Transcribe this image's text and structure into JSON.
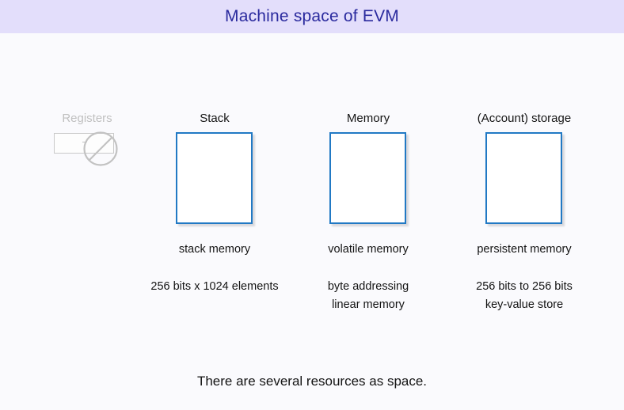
{
  "header": {
    "title": "Machine space of EVM",
    "band_color": "#e3defb",
    "title_color": "#2a2a9e"
  },
  "theme": {
    "page_background": "#fafafd",
    "box_border_color": "#2179c4",
    "box_fill_color": "#ffffff",
    "disabled_color": "#c0c0c0",
    "text_color": "#141414"
  },
  "columns": [
    {
      "id": "registers",
      "label": "Registers",
      "state": "disabled",
      "icon": "no-entry-icon",
      "has_box": false,
      "primary": "",
      "details": []
    },
    {
      "id": "stack",
      "label": "Stack",
      "state": "enabled",
      "has_box": true,
      "primary": "stack memory",
      "details": [
        "256 bits x 1024 elements"
      ]
    },
    {
      "id": "memory",
      "label": "Memory",
      "state": "enabled",
      "has_box": true,
      "primary": "volatile memory",
      "details": [
        "byte addressing",
        "linear memory"
      ]
    },
    {
      "id": "storage",
      "label": "(Account) storage",
      "state": "enabled",
      "has_box": true,
      "primary": "persistent memory",
      "details": [
        "256 bits to 256 bits",
        "key-value store"
      ]
    }
  ],
  "caption": "There are several resources as space."
}
